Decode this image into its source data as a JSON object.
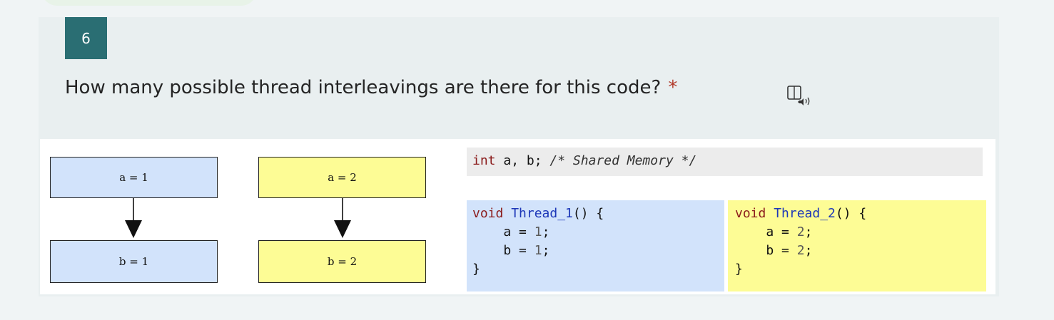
{
  "question": {
    "number": "6",
    "text": "How many possible thread interleavings are there for this code?",
    "required_marker": "*",
    "reader_icon": "immersive-reader-icon"
  },
  "figure": {
    "flow": {
      "thread1": {
        "top": "a = 1",
        "bottom": "b = 1",
        "color": "#d2e3fb"
      },
      "thread2": {
        "top": "a = 2",
        "bottom": "b = 2",
        "color": "#fdfc95"
      }
    },
    "code": {
      "shared_line": {
        "type": "int",
        "vars": "a, b;",
        "comment": "/* Shared Memory */"
      },
      "thread1": {
        "keyword": "void",
        "name": "Thread_1",
        "signature_rest": "() {",
        "line_a": "a = ",
        "val_a": "1",
        "line_b": "b = ",
        "val_b": "1",
        "close": "}",
        "semi": ";"
      },
      "thread2": {
        "keyword": "void",
        "name": "Thread_2",
        "signature_rest": "() {",
        "line_a": "a = ",
        "val_a": "2",
        "line_b": "b = ",
        "val_b": "2",
        "close": "}",
        "semi": ";"
      }
    }
  },
  "colors": {
    "badge": "#2a6e73",
    "required": "#b23a2a",
    "thread1_bg": "#d2e3fb",
    "thread2_bg": "#fdfc95",
    "shared_bg": "#ececec"
  }
}
